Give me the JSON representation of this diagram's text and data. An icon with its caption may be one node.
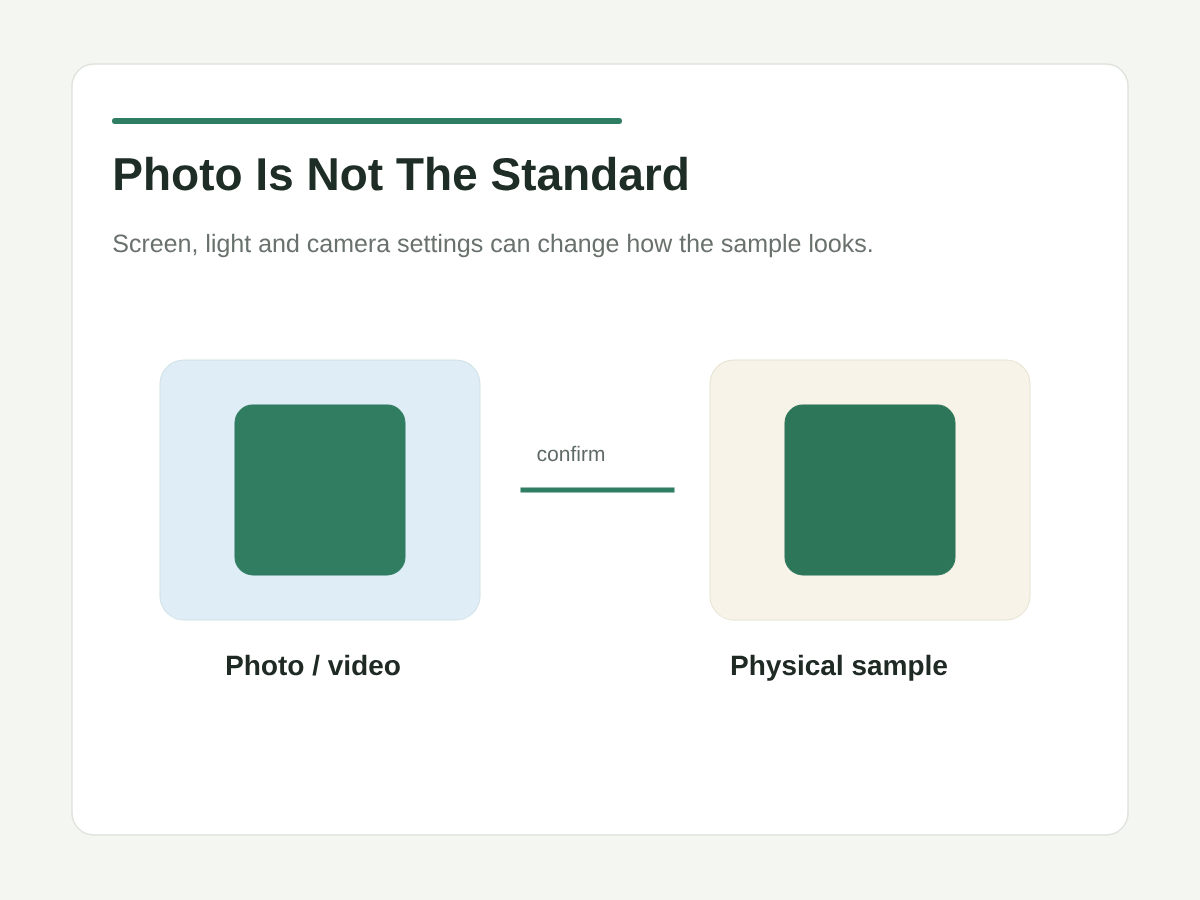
{
  "diagram": {
    "title": "Photo Is Not The Standard",
    "nodes": [
      {
        "text": [
          "Photo / video"
        ]
      },
      {
        "text": [],
        "shape": "box",
        "in": 0
      },
      {
        "text": [
          "Physical sample"
        ]
      },
      {
        "text": [],
        "shape": "box",
        "in": 2
      }
    ],
    "edges": [
      {
        "from": 0,
        "to": 2,
        "arrow": "none",
        "label": "confirm"
      }
    ],
    "labels": [
      "Screen, light and camera settings can change how the sample looks."
    ]
  }
}
